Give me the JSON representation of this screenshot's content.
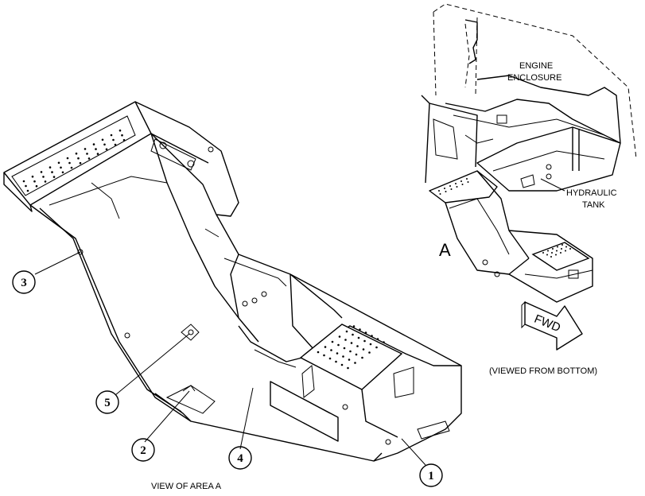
{
  "diagram": {
    "callouts": [
      {
        "number": "1"
      },
      {
        "number": "2"
      },
      {
        "number": "3"
      },
      {
        "number": "4"
      },
      {
        "number": "5"
      }
    ],
    "labels": {
      "engine_enclosure_line1": "ENGINE",
      "engine_enclosure_line2": "ENCLOSURE",
      "hydraulic_tank_line1": "HYDRAULIC",
      "hydraulic_tank_line2": "TANK",
      "area_letter": "A",
      "forward_arrow": "FWD",
      "viewed_from": "(VIEWED FROM BOTTOM)",
      "view_caption": "VIEW OF AREA A"
    }
  }
}
